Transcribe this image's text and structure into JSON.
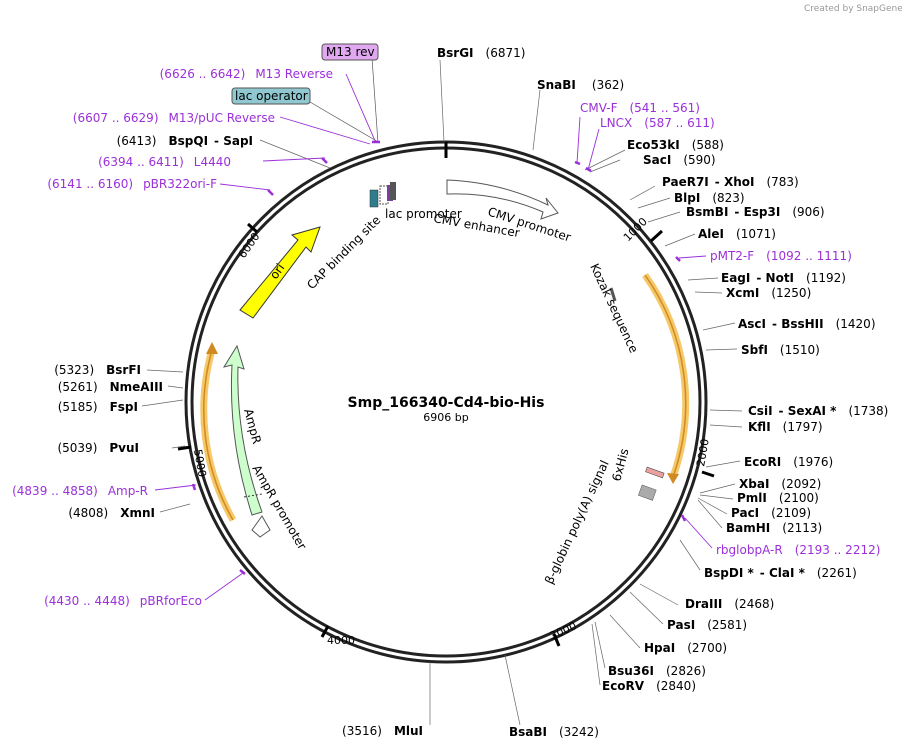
{
  "credit": "Created by  SnapGene",
  "plasmid": {
    "name": "Smp_166340-Cd4-bio-His",
    "length_label": "6906 bp"
  },
  "ticks": [
    "1000",
    "2000",
    "3000",
    "4000",
    "5000",
    "6000"
  ],
  "boxed_primers": [
    {
      "label": "M13 rev"
    },
    {
      "label": "lac operator"
    }
  ],
  "sites": [
    {
      "name": "BsrGI",
      "pos": "(6871)"
    },
    {
      "name": "SnaBI",
      "pos": "(362)"
    },
    {
      "name": "Eco53kI",
      "pos": "(588)"
    },
    {
      "name": "SacI",
      "pos": "(590)"
    },
    {
      "name": "PaeR7I",
      "name2": "XhoI",
      "pos": "(783)"
    },
    {
      "name": "BlpI",
      "pos": "(823)"
    },
    {
      "name": "BsmBI",
      "name2": "Esp3I",
      "pos": "(906)"
    },
    {
      "name": "AleI",
      "pos": "(1071)"
    },
    {
      "name": "EagI",
      "name2": "NotI",
      "pos": "(1192)"
    },
    {
      "name": "XcmI",
      "pos": "(1250)"
    },
    {
      "name": "AscI",
      "name2": "BssHII",
      "pos": "(1420)"
    },
    {
      "name": "SbfI",
      "pos": "(1510)"
    },
    {
      "name": "CsiI",
      "name2": "SexAI *",
      "pos": "(1738)"
    },
    {
      "name": "KflI",
      "pos": "(1797)"
    },
    {
      "name": "EcoRI",
      "pos": "(1976)"
    },
    {
      "name": "XbaI",
      "pos": "(2092)"
    },
    {
      "name": "PmlI",
      "pos": "(2100)"
    },
    {
      "name": "PacI",
      "pos": "(2109)"
    },
    {
      "name": "BamHI",
      "pos": "(2113)"
    },
    {
      "name": "BspDI *",
      "name2": "ClaI *",
      "pos": "(2261)"
    },
    {
      "name": "DraIII",
      "pos": "(2468)"
    },
    {
      "name": "PasI",
      "pos": "(2581)"
    },
    {
      "name": "HpaI",
      "pos": "(2700)"
    },
    {
      "name": "Bsu36I",
      "pos": "(2826)"
    },
    {
      "name": "EcoRV",
      "pos": "(2840)"
    },
    {
      "name": "BsaBI",
      "pos": "(3242)"
    },
    {
      "name": "MluI",
      "pos": "(3516)"
    },
    {
      "name": "XmnI",
      "pos": "(4808)"
    },
    {
      "name": "PvuI",
      "pos": "(5039)"
    },
    {
      "name": "FspI",
      "pos": "(5185)"
    },
    {
      "name": "NmeAIII",
      "pos": "(5261)"
    },
    {
      "name": "BsrFI",
      "pos": "(5323)"
    },
    {
      "name": "BspQI",
      "name2": "SapI",
      "pos": "(6413)"
    }
  ],
  "primers": [
    {
      "range": "(6626 .. 6642)",
      "name": "M13 Reverse"
    },
    {
      "range": "(6607 .. 6629)",
      "name": "M13/pUC Reverse"
    },
    {
      "range": "(6394 .. 6411)",
      "name": "L4440"
    },
    {
      "range": "(6141 .. 6160)",
      "name": "pBR322ori-F"
    },
    {
      "name": "CMV-F",
      "range": "(541 .. 561)"
    },
    {
      "name": "LNCX",
      "range": "(587 .. 611)"
    },
    {
      "name": "pMT2-F",
      "range": "(1092 .. 1111)"
    },
    {
      "name": "rbglobpA-R",
      "range": "(2193 .. 2212)"
    },
    {
      "range": "(4839 .. 4858)",
      "name": "Amp-R"
    },
    {
      "range": "(4430 .. 4448)",
      "name": "pBRforEco"
    }
  ],
  "features": {
    "lac_promoter": "lac promoter",
    "cmv_promoter": "CMV promoter",
    "cmv_enhancer": "CMV enhancer",
    "cap_site": "CAP binding site",
    "kozak": "Kozak sequence",
    "his": "6xHis",
    "polya": "β-globin poly(A) signal",
    "ampr": "AmpR",
    "ampr_promoter": "AmpR promoter",
    "ori": "ori"
  },
  "colors": {
    "primer": "#9b30d9",
    "ori": "#ffff00",
    "ampr": "#ccffcc",
    "highlight": "#f5c86a",
    "m13_box": "#e0a8f0",
    "lac_box": "#8fc8d0"
  }
}
